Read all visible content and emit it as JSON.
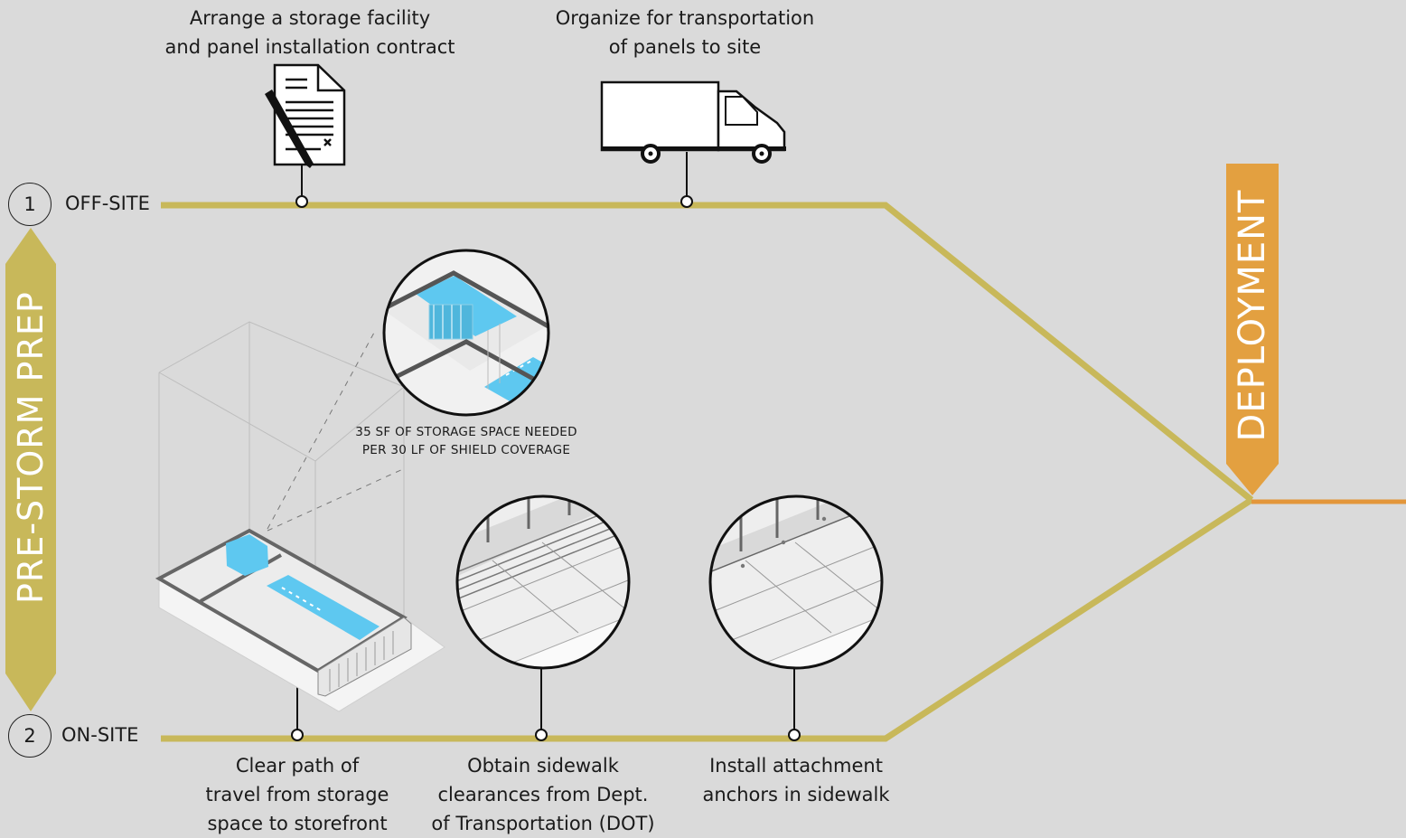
{
  "phase_left": "PRE-STORM PREP",
  "phase_right": "DEPLOYMENT",
  "colors": {
    "background": "#dadada",
    "track": "#c8b85a",
    "pre_storm_arrow": "#c8b85a",
    "deployment_tab": "#e3a040",
    "deployment_line": "#e3963a",
    "storage_blue": "#5ec8f0"
  },
  "lanes": [
    {
      "number": "1",
      "label": "OFF-SITE"
    },
    {
      "number": "2",
      "label": "ON-SITE"
    }
  ],
  "offsite_steps": [
    {
      "text_lines": [
        "Arrange a storage facility",
        "and panel installation contract"
      ],
      "icon": "contract-document-icon"
    },
    {
      "text_lines": [
        "Organize for transportation",
        "of panels to site"
      ],
      "icon": "box-truck-icon"
    }
  ],
  "onsite_steps": [
    {
      "text_lines": [
        "Clear path of",
        "travel from storage",
        "space to storefront"
      ],
      "icon": "storefront-axonometric-illustration"
    },
    {
      "text_lines": [
        "Obtain sidewalk",
        "clearances from Dept.",
        "of Transportation (DOT)"
      ],
      "icon": "sidewalk-clearance-detail"
    },
    {
      "text_lines": [
        "Install attachment",
        "anchors in sidewalk"
      ],
      "icon": "sidewalk-anchors-detail"
    }
  ],
  "storage_note": [
    "35 SF OF STORAGE SPACE NEEDED",
    "PER 30 LF OF SHIELD COVERAGE"
  ]
}
